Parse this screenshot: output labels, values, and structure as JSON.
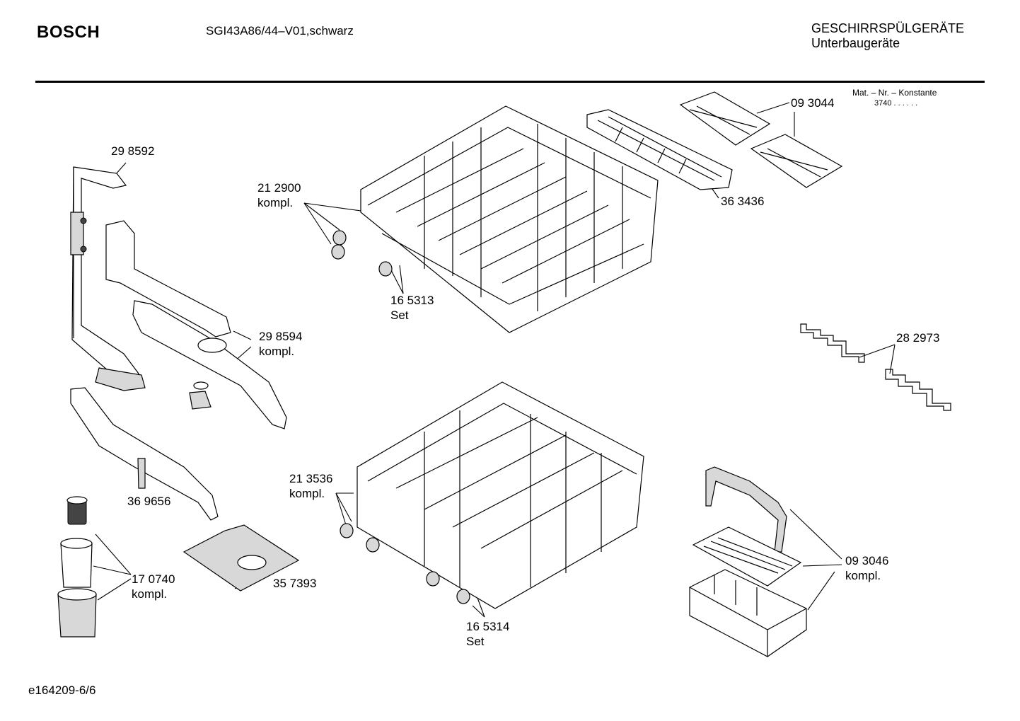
{
  "header": {
    "brand": "BOSCH",
    "model": "SGI43A86/44–V01,schwarz",
    "category_line1": "GESCHIRRSPÜLGERÄTE",
    "category_line2": "Unterbaugeräte"
  },
  "mat_info": {
    "label": "Mat. – Nr. – Konstante",
    "value": "3740 . . . . . ."
  },
  "footer": {
    "page_code": "e164209-6/6"
  },
  "parts": [
    {
      "number": "29 8592",
      "note": ""
    },
    {
      "number": "21 2900",
      "note": "kompl."
    },
    {
      "number": "16 5313",
      "note": "Set"
    },
    {
      "number": "29 8594",
      "note": "kompl."
    },
    {
      "number": "36 9656",
      "note": ""
    },
    {
      "number": "17 0740",
      "note": "kompl."
    },
    {
      "number": "35 7393",
      "note": ""
    },
    {
      "number": "21 3536",
      "note": "kompl."
    },
    {
      "number": "16 5314",
      "note": "Set"
    },
    {
      "number": "09 3044",
      "note": ""
    },
    {
      "number": "36 3436",
      "note": ""
    },
    {
      "number": "28 2973",
      "note": ""
    },
    {
      "number": "09 3046",
      "note": "kompl."
    }
  ]
}
